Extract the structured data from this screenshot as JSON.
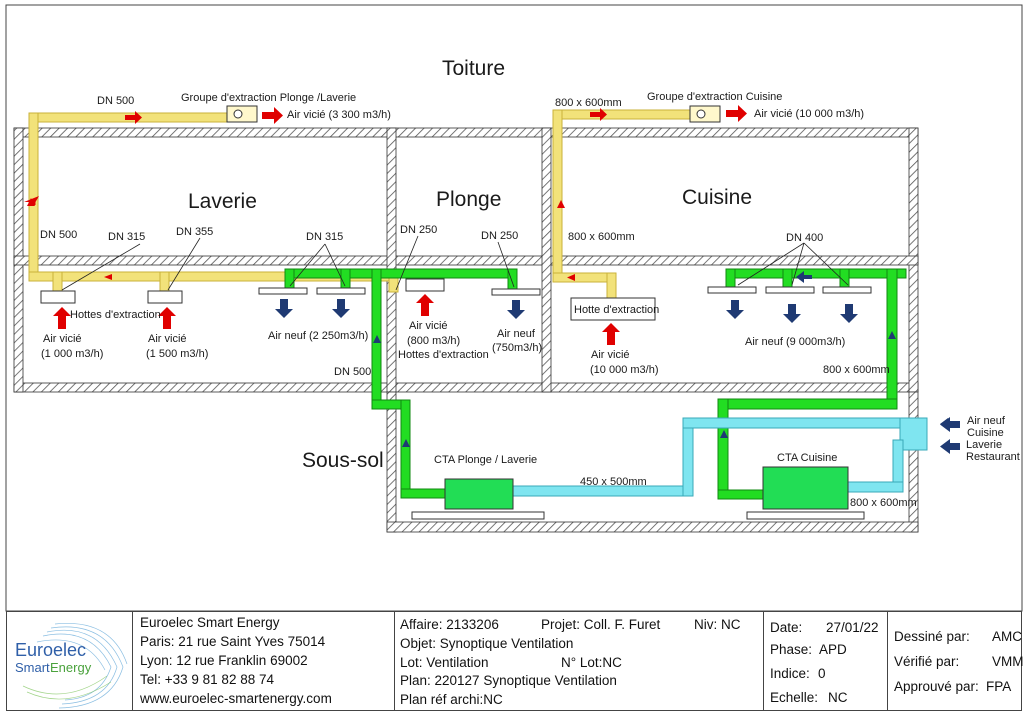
{
  "colors": {
    "extraction_duct": "#f2e27a",
    "extraction_duct_border": "#c9b23a",
    "fresh_duct": "#22dd22",
    "fresh_duct_border": "#118811",
    "outdoor_duct": "#7fe5f0",
    "wall_hatch": "#555555",
    "extract_arrow": "#e00000",
    "fresh_arrow": "#1f3a73"
  },
  "zones": {
    "roof": "Toiture",
    "basement": "Sous-sol",
    "laverie": "Laverie",
    "plonge": "Plonge",
    "cuisine": "Cuisine"
  },
  "labels": {
    "dn500_top": "DN 500",
    "group_plonge": "Groupe d'extraction Plonge /Laverie",
    "air_vicie_3300": "Air vicié (3 300 m3/h)",
    "size_800_600_top": "800 x 600mm",
    "group_cuisine": "Groupe d'extraction Cuisine",
    "air_vicie_10000_top": "Air vicié (10 000 m3/h)",
    "dn500_left": "DN 500",
    "dn315_a": "DN 315",
    "dn355": "DN 355",
    "dn315_b": "DN 315",
    "dn250_a": "DN 250",
    "dn250_b": "DN 250",
    "size_800_600_cuisine": "800 x 600mm",
    "dn400": "DN 400",
    "hottes_laverie": "Hottes d'extraction",
    "air_vicie_1000_a": "Air vicié",
    "air_vicie_1000_b": "(1 000 m3/h)",
    "air_vicie_1500_a": "Air vicié",
    "air_vicie_1500_b": "(1 500 m3/h)",
    "air_neuf_2250": "Air neuf (2 250m3/h)",
    "air_vicie_800_a": "Air vicié",
    "air_vicie_800_b": "(800 m3/h)",
    "hottes_plonge": "Hottes d'extraction",
    "air_neuf_750_a": "Air neuf",
    "air_neuf_750_b": "(750m3/h)",
    "hotte_cuisine": "Hotte d'extraction",
    "air_vicie_10000_a": "Air vicié",
    "air_vicie_10000_b": "(10 000 m3/h)",
    "air_neuf_9000": "Air neuf (9 000m3/h)",
    "dn500_bottom": "DN 500",
    "size_800_600_right": "800 x 600mm",
    "cta_plonge": "CTA Plonge / Laverie",
    "size_450_500": "450 x 500mm",
    "cta_cuisine": "CTA Cuisine",
    "size_800_600_bottom": "800 x 600mm",
    "air_neuf_side_1": "Air neuf",
    "air_neuf_side_2": "Cuisine",
    "air_neuf_side_3": "Laverie",
    "air_neuf_side_4": "Restaurant"
  },
  "title_block": {
    "logo_euro": "Euroelec",
    "logo_smart": "Smart",
    "logo_energy": "Energy",
    "company": "Euroelec Smart Energy",
    "address_paris": "Paris: 21 rue Saint Yves 75014",
    "address_lyon": "Lyon: 12 rue Franklin 69002",
    "tel": "Tel: +33 9 81 82 88 74",
    "web": "www.euroelec-smartenergy.com",
    "affaire": "Affaire:  2133206",
    "projet": "Projet: Coll. F. Furet",
    "niv": "Niv:  NC",
    "objet": "Objet: Synoptique Ventilation",
    "lot": "Lot:  Ventilation",
    "num_lot": "N° Lot:NC",
    "plan": "Plan: 220127 Synoptique Ventilation",
    "plan_ref": "Plan réf archi:NC",
    "date_label": "Date:",
    "date_value": "27/01/22",
    "phase_label": "Phase:",
    "phase_value": "APD",
    "indice_label": "Indice:",
    "indice_value": "0",
    "echelle_label": "Echelle:",
    "echelle_value": "NC",
    "dessine_label": "Dessiné par:",
    "dessine_value": "AMC",
    "verifie_label": "Vérifié par:",
    "verifie_value": "VMM",
    "approuve_label": "Approuvé par:",
    "approuve_value": "FPA"
  }
}
